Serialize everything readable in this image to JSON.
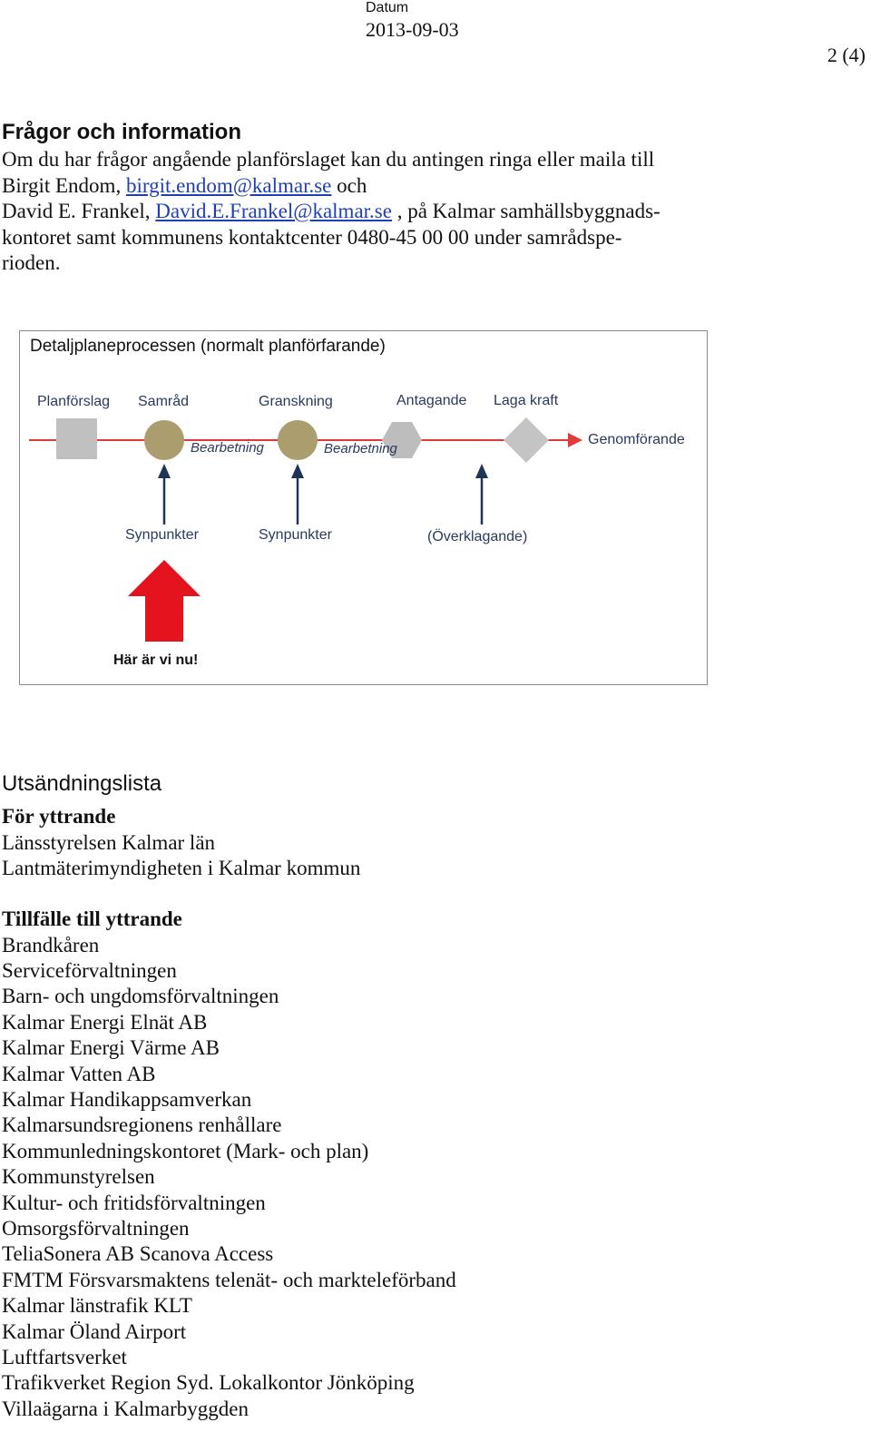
{
  "header": {
    "datum_label": "Datum",
    "datum_value": "2013-09-03",
    "page_number": "2 (4)"
  },
  "info": {
    "heading": "Frågor och information",
    "line1": "Om du har frågor angående planförslaget kan du antingen ringa eller maila till",
    "line2_prefix": "Birgit Endom, ",
    "email1": "birgit.endom@kalmar.se",
    "line2_suffix": " och",
    "line3_prefix": "David E. Frankel, ",
    "email2": "David.E.Frankel@kalmar.se",
    "line3_suffix": " , på Kalmar samhällsbyggnads-",
    "line4": "kontoret samt kommunens kontaktcenter 0480-45 00 00 under samrådspe-",
    "line5": "rioden."
  },
  "process": {
    "title": "Detaljplaneprocessen  (normalt planförfarande)",
    "stages": [
      "Planförslag",
      "Samråd",
      "Granskning",
      "Antagande",
      "Laga kraft"
    ],
    "end_label": "Genomförande",
    "processing_labels": [
      "Bearbetning",
      "Bearbetning"
    ],
    "input_labels": [
      "Synpunkter",
      "Synpunkter",
      "(Överklagande)"
    ],
    "marker_label": "Här är vi nu!",
    "colors": {
      "line": "#e03a3a",
      "square": "#c0c0c0",
      "circle": "#ab9d6e",
      "hexagon": "#bdbdbd",
      "diamond": "#c4c4c4",
      "arrow_up": "#1f3556",
      "marker": "#e3141e",
      "text": "#2a3a5e"
    }
  },
  "distribution": {
    "heading": "Utsändningslista",
    "group1": {
      "title": "För yttrande",
      "items": [
        "Länsstyrelsen Kalmar län",
        "Lantmäterimyndigheten i Kalmar kommun"
      ]
    },
    "group2": {
      "title": "Tillfälle till yttrande",
      "items": [
        "Brandkåren",
        "Serviceförvaltningen",
        "Barn- och ungdomsförvaltningen",
        "Kalmar Energi Elnät AB",
        "Kalmar Energi Värme AB",
        "Kalmar Vatten AB",
        "Kalmar Handikappsamverkan",
        "Kalmarsundsregionens renhållare",
        "Kommunledningskontoret (Mark- och plan)",
        "Kommunstyrelsen",
        "Kultur- och fritidsförvaltningen",
        "Omsorgsförvaltningen",
        "TeliaSonera AB Scanova Access",
        "FMTM Försvarsmaktens telenät- och markteleförband",
        "Kalmar länstrafik KLT",
        "Kalmar Öland Airport",
        "Luftfartsverket",
        "Trafikverket Region Syd. Lokalkontor Jönköping",
        "Villaägarna i Kalmarbyggden"
      ]
    }
  }
}
